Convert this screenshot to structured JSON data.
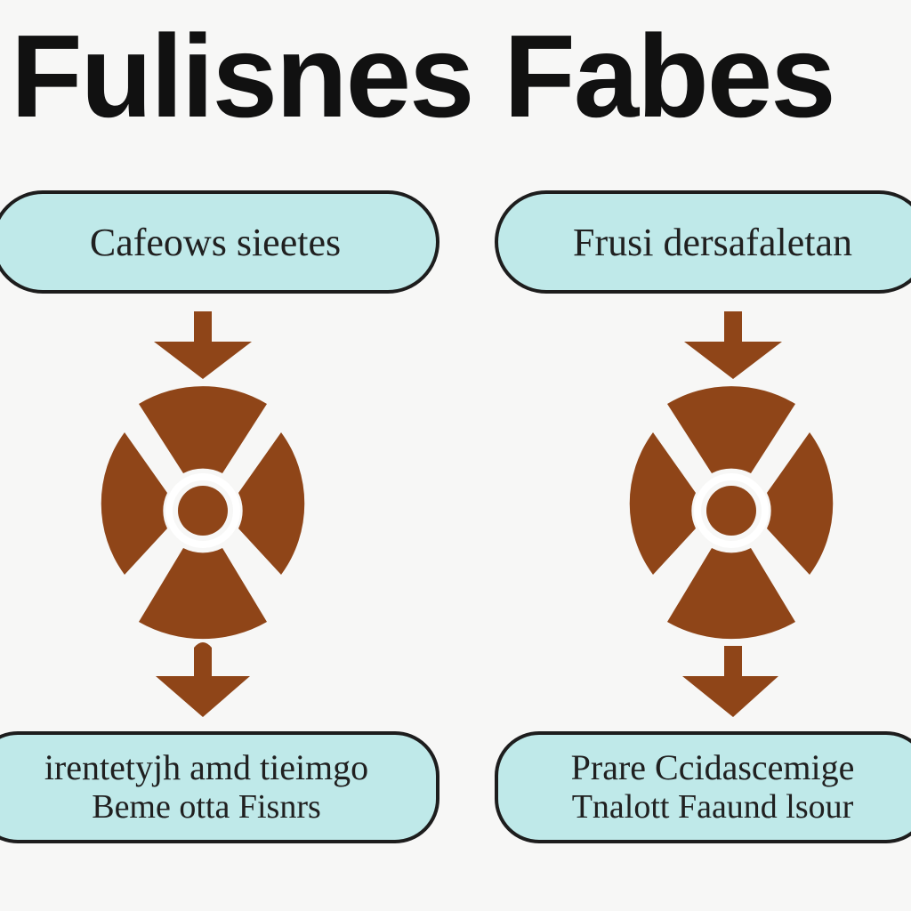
{
  "title": "Fulisnes Fabes",
  "colors": {
    "pill_fill": "#bfe9e9",
    "pill_border": "#1d1d1d",
    "accent": "#8f4518",
    "background": "#f7f7f6"
  },
  "columns": [
    {
      "top_label": "Cafeows sieetes",
      "bottom_lines": [
        "irentetyjh amd tieimgo",
        "Beme otta Fisnrs"
      ]
    },
    {
      "top_label": "Frusi dersafaletan",
      "bottom_lines": [
        "Prare Ccidascemige",
        "Tnalott Faaund lsour"
      ]
    }
  ],
  "icons": {
    "arrow": "down-arrow-icon",
    "wheel": "four-segment-wheel-icon"
  }
}
